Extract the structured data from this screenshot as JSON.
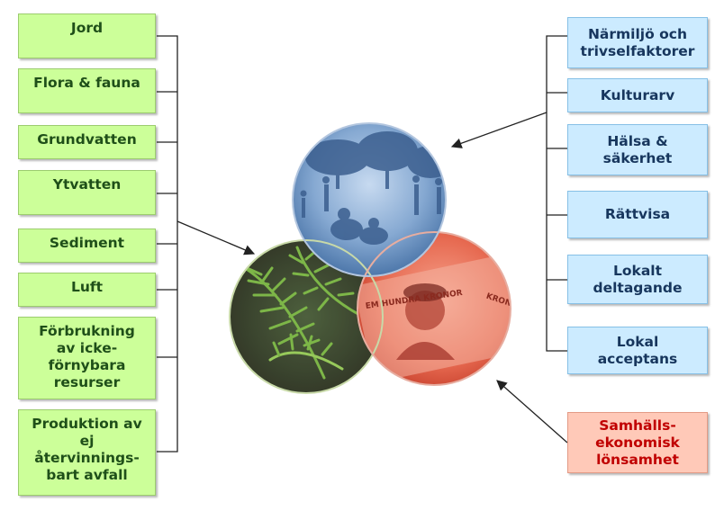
{
  "colors": {
    "env_fill": "#ccff99",
    "soc_fill": "#ccebff",
    "eco_fill": "#ffc9b8",
    "env_text": "#1f4f19",
    "soc_text": "#17365d",
    "eco_text": "#c00000",
    "circle_people": "#5b86b8",
    "circle_fern": "#3f6b28",
    "circle_money": "#e0664e"
  },
  "environment": {
    "items": [
      {
        "label": "Jord"
      },
      {
        "label": "Flora & fauna"
      },
      {
        "label": "Grundvatten"
      },
      {
        "label": "Ytvatten"
      },
      {
        "label": "Sediment"
      },
      {
        "label": "Luft"
      },
      {
        "label": "Förbrukning\nav icke-\nförnybara\nresurser"
      },
      {
        "label": "Produktion av\nej\nåtervinnings-\nbart avfall"
      }
    ]
  },
  "social": {
    "items": [
      {
        "label": "Närmiljö och\ntrivselfaktorer"
      },
      {
        "label": "Kulturarv"
      },
      {
        "label": "Hälsa &\nsäkerhet"
      },
      {
        "label": "Rättvisa"
      },
      {
        "label": "Lokalt\ndeltagande"
      },
      {
        "label": "Lokal\nacceptans"
      }
    ]
  },
  "economic": {
    "label": "Samhälls-\nekonomisk\nlönsamhet"
  },
  "circles": {
    "people_icon": "people-in-park-photo",
    "fern_icon": "fern-photo",
    "money_icon": "banknote-photo",
    "banknote_text": "EM HUNDRA KRONOR",
    "banknote_text2": "KRONO"
  }
}
